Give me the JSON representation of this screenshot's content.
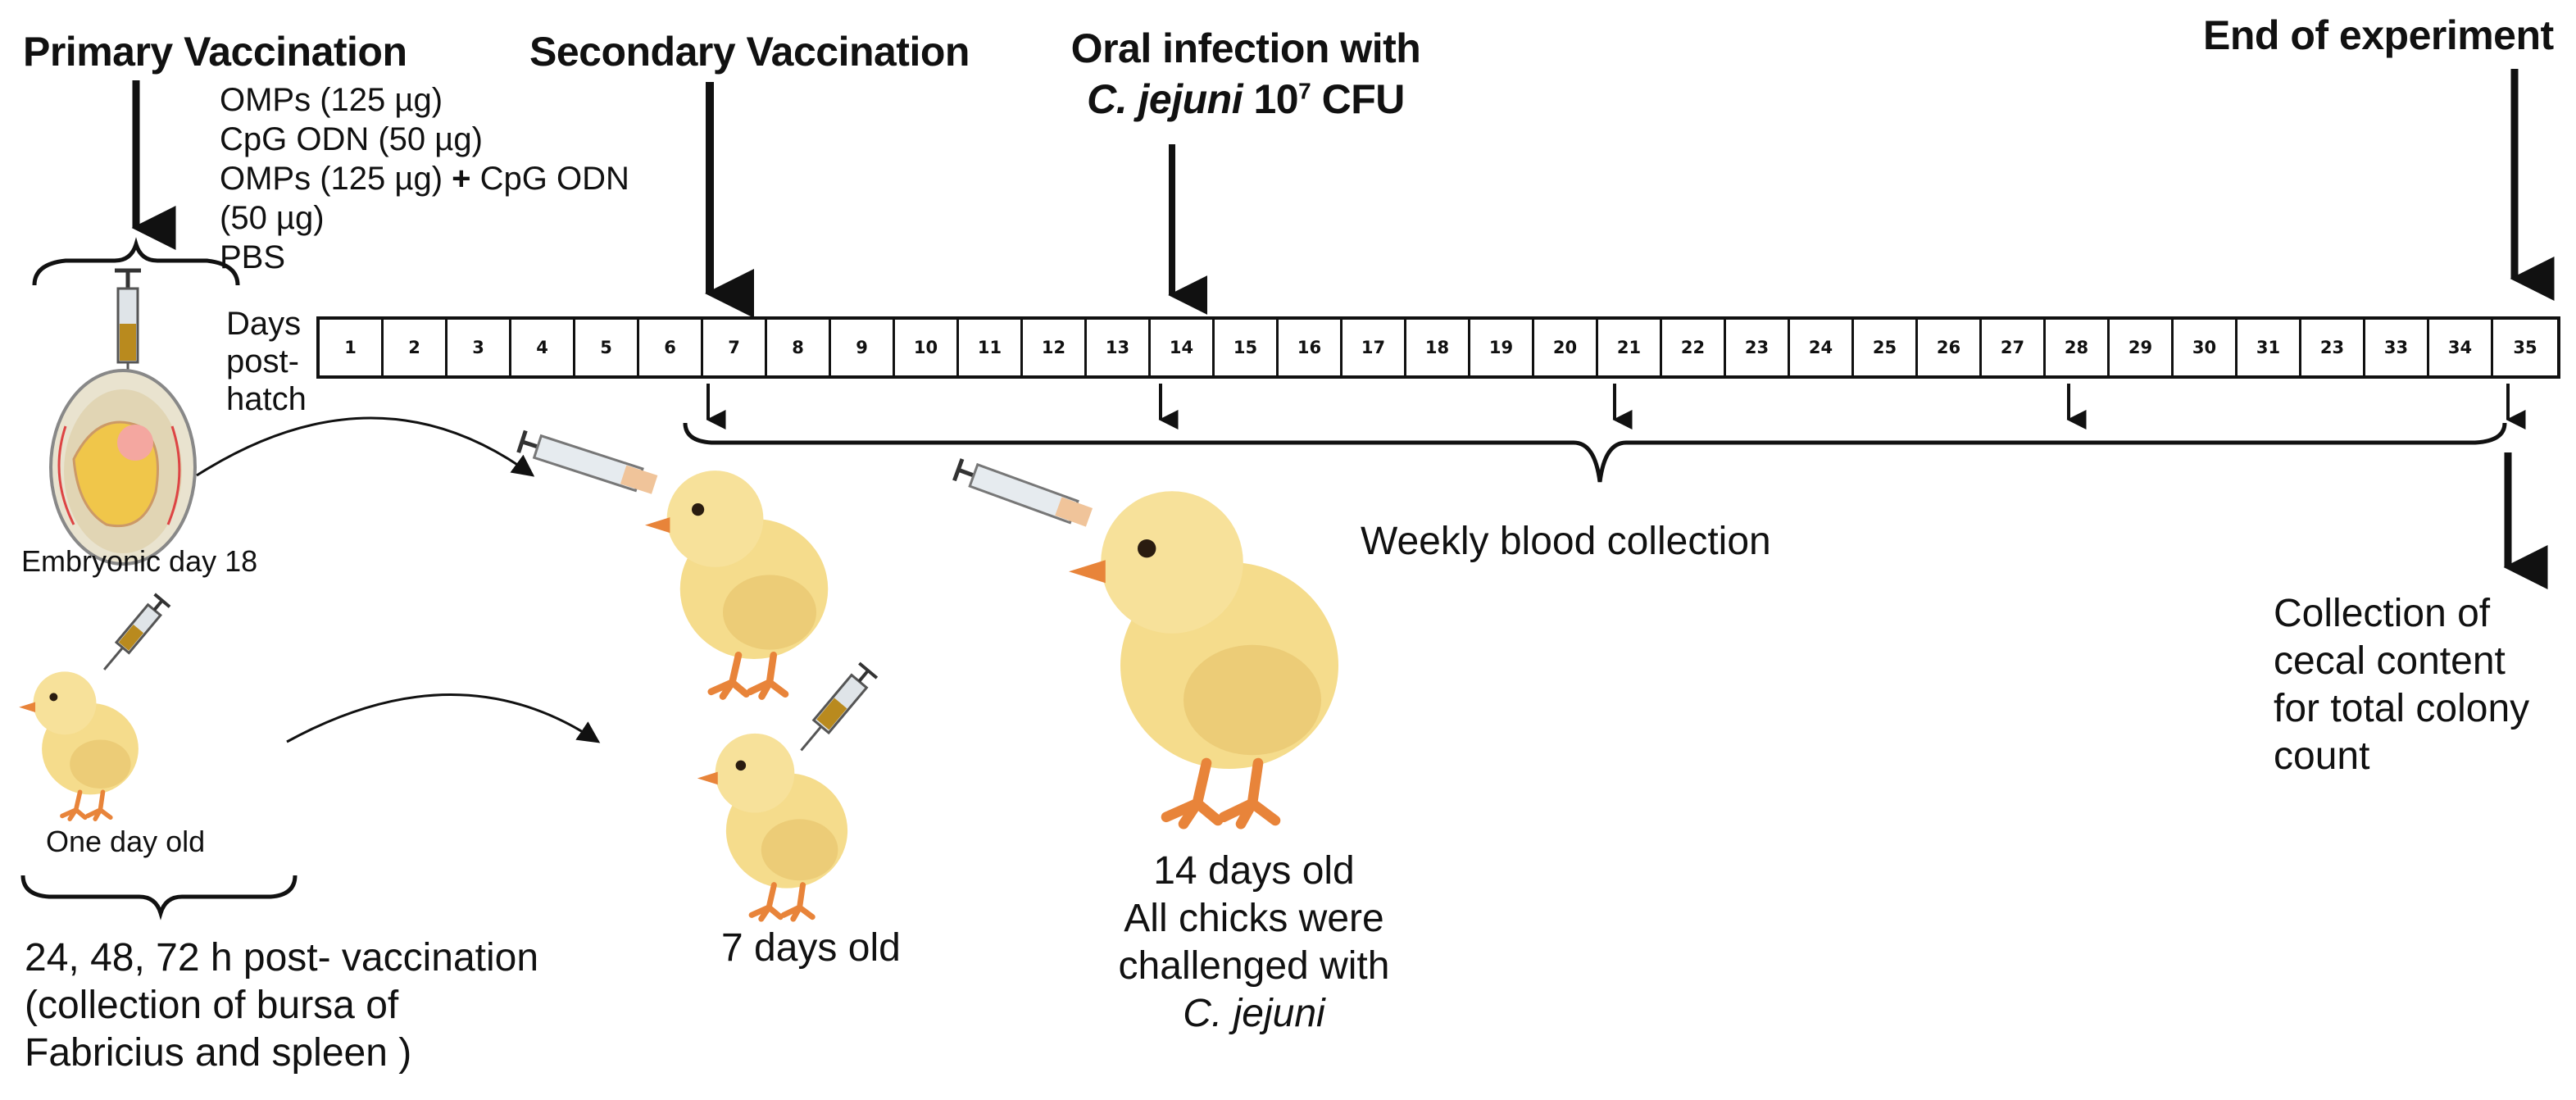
{
  "headings": {
    "primary": "Primary Vaccination",
    "secondary": "Secondary Vaccination",
    "oral_line1": "Oral infection with",
    "oral_pathogen": "C. jejuni",
    "oral_dose": " 10",
    "oral_exp": "7",
    "oral_unit": " CFU",
    "end": "End of experiment"
  },
  "treatments": {
    "t1": "OMPs (125 µg)",
    "t2": "CpG ODN (50 µg)",
    "t3a": "OMPs (125 µg) ",
    "t3plus": "+",
    "t3b": " CpG ODN",
    "t3c": " (50 µg)",
    "t4": "PBS"
  },
  "timeline": {
    "label_line1": "Days",
    "label_line2": "post-",
    "label_line3": "hatch",
    "days": [
      "1",
      "2",
      "3",
      "4",
      "5",
      "6",
      "7",
      "8",
      "9",
      "10",
      "11",
      "12",
      "13",
      "14",
      "15",
      "16",
      "17",
      "18",
      "19",
      "20",
      "21",
      "22",
      "23",
      "24",
      "25",
      "26",
      "27",
      "28",
      "29",
      "30",
      "31",
      "23",
      "33",
      "34",
      "35"
    ]
  },
  "labels": {
    "embryonic": "Embryonic day 18",
    "one_day": "One day old",
    "post_vacc_1": "24, 48, 72 h post- vaccination",
    "post_vacc_2": "(collection of bursa of",
    "post_vacc_3": "Fabricius and spleen )",
    "seven_days": "7 days old",
    "fourteen_1": "14 days old",
    "fourteen_2": "All chicks were",
    "fourteen_3": "challenged with",
    "fourteen_4": "C. jejuni",
    "weekly": "Weekly blood collection",
    "cecal_1": "Collection of",
    "cecal_2": "cecal content",
    "cecal_3": "for total colony",
    "cecal_4": "count"
  },
  "colors": {
    "chick_body": "#f5dc8c",
    "chick_shade": "#e3bf66",
    "beak_legs": "#e8843a",
    "syringe_fill": "#b98a1e",
    "egg": "#e9e3cf"
  }
}
